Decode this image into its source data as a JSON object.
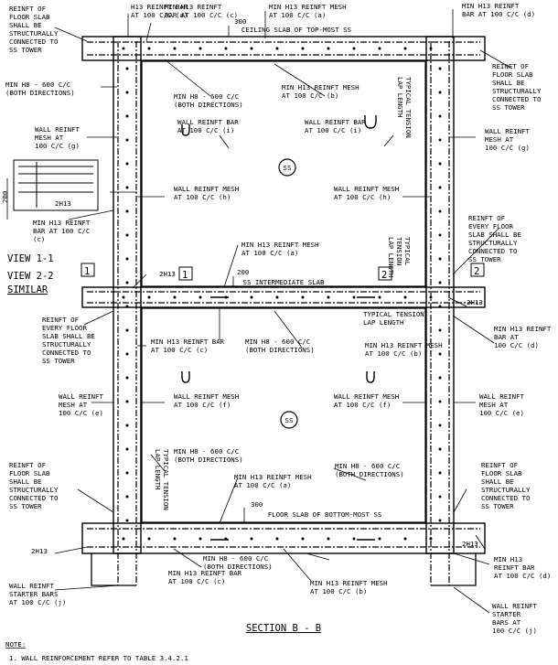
{
  "drawing": {
    "title": "SECTION B - B",
    "note_heading": "NOTE:",
    "note_1": "1. WALL REINFORCEMENT REFER TO TABLE 3.4.2.1",
    "views": [
      "VIEW 1-1",
      "VIEW 2-2",
      "SIMILAR"
    ],
    "slabs": {
      "ceiling": "CEILING SLAB OF TOP-MOST SS",
      "intermediate": "SS INTERMEDIATE SLAB",
      "floor": "FLOOR SLAB OF BOTTOM-MOST SS"
    },
    "room_tag": "SS",
    "dims": {
      "d300_top": "300",
      "d300_bot": "300",
      "d200_mid": "200",
      "d200_left": "200"
    },
    "section_marks": {
      "left": "1",
      "right": "2"
    },
    "detail_letters": [
      "a",
      "b",
      "c",
      "d",
      "e",
      "f",
      "g",
      "h",
      "i",
      "j"
    ]
  },
  "labels": {
    "h13_bar_a": [
      "H13 REINFT BAR",
      "AT 100 C/C (a)"
    ],
    "min_h13_bar_c": [
      "MIN H13 REINFT",
      "BAR AT 100 C/C (c)"
    ],
    "min_h13_mesh_a_top": [
      "MIN H13 REINFT MESH",
      "AT 100 C/C (a)"
    ],
    "min_h13_bar_d_top": [
      "MIN H13 REINFT",
      "BAR AT 100 C/C (d)"
    ],
    "reinft_floor_left_top": [
      "REINFT OF",
      "FLOOR SLAB",
      "SHALL BE",
      "STRUCTURALLY",
      "CONNECTED TO",
      "SS TOWER"
    ],
    "reinft_floor_right_top": [
      "REINFT OF",
      "FLOOR SLAB",
      "SHALL BE",
      "STRUCTURALLY",
      "CONNECTED TO",
      "SS TOWER"
    ],
    "min_h8_left": [
      "MIN H8 - 600 C/C",
      "(BOTH DIRECTIONS)"
    ],
    "min_h8_top": [
      "MIN H8 - 600 C/C",
      "(BOTH DIRECTIONS)"
    ],
    "min_h13_mesh_b_top": [
      "MIN H13 REINFT MESH",
      "AT 100 C/C (b)"
    ],
    "typical_lap_top": [
      "TYPICAL TENSION",
      "LAP LENGTH"
    ],
    "wall_mesh_g_left": [
      "WALL REINFT",
      "MESH AT",
      "100 C/C (g)"
    ],
    "wall_mesh_g_right": [
      "WALL REINFT",
      "MESH AT",
      "100 C/C (g)"
    ],
    "wall_bar_i_left": [
      "WALL REINFT BAR",
      "AT 100 C/C (i)"
    ],
    "wall_bar_i_right": [
      "WALL REINFT BAR",
      "AT 100 C/C (i)"
    ],
    "wall_mesh_h_left": [
      "WALL REINFT MESH",
      "AT 100 C/C (h)"
    ],
    "wall_mesh_h_right": [
      "WALL REINFT MESH",
      "AT 100 C/C (h)"
    ],
    "two_h13_left": "2H13",
    "min_h13_bar_c_left": [
      "MIN H13 REINFT",
      "BAR AT 100 C/C",
      "(c)"
    ],
    "min_h13_mesh_a_mid": [
      "MIN H13 REINFT MESH",
      "AT 100 C/C (a)"
    ],
    "typical_lap_mid": [
      "TYPICAL",
      "TENSION",
      "LAP LENGTH"
    ],
    "reinft_every_right": [
      "REINFT OF",
      "EVERY FLOOR",
      "SLAB SHALL BE",
      "STRUCTURALLY",
      "CONNECTED TO",
      "SS TOWER"
    ],
    "two_h13_mid_left": "2H13",
    "two_h13_mid_right": "2H13",
    "typical_lap_mid2": [
      "TYPICAL TENSION",
      "LAP LENGTH"
    ],
    "reinft_every_left": [
      "REINFT OF",
      "EVERY FLOOR",
      "SLAB SHALL BE",
      "STRUCTURALLY",
      "CONNECTED TO",
      "SS TOWER"
    ],
    "min_h13_bar_c_mid": [
      "MIN H13 REINFT BAR",
      "AT 100 C/C (c)"
    ],
    "min_h8_mid": [
      "MIN H8 - 600 C/C",
      "(BOTH DIRECTIONS)"
    ],
    "min_h13_mesh_b_mid": [
      "MIN H13 REINFT MESH",
      "AT 100 C/C (b)"
    ],
    "min_h13_bar_d_mid": [
      "MIN H13 REINFT",
      "BAR AT",
      "100 C/C (d)"
    ],
    "wall_mesh_e_left": [
      "WALL REINFT",
      "MESH AT",
      "100 C/C (e)"
    ],
    "wall_mesh_f_left": [
      "WALL REINFT MESH",
      "AT 100 C/C (f)"
    ],
    "wall_mesh_f_right": [
      "WALL REINFT MESH",
      "AT 100 C/C (f)"
    ],
    "wall_mesh_e_right": [
      "WALL REINFT",
      "MESH AT",
      "100 C/C (e)"
    ],
    "typical_lap_bot": [
      "TYPICAL TENSION",
      "LAP LENGTH"
    ],
    "min_h8_bot_a": [
      "MIN H8 - 600 C/C",
      "(BOTH DIRECTIONS)"
    ],
    "min_h8_bot_b": [
      "MIN H8 - 600 C/C",
      "(BOTH DIRECTIONS)"
    ],
    "min_h13_mesh_a_bot": [
      "MIN H13 REINFT MESH",
      "AT 100 C/C (a)"
    ],
    "reinft_floor_left_bot": [
      "REINFT OF",
      "FLOOR SLAB",
      "SHALL BE",
      "STRUCTURALLY",
      "CONNECTED TO",
      "SS TOWER"
    ],
    "reinft_floor_right_bot": [
      "REINFT OF",
      "FLOOR SLAB",
      "SHALL BE",
      "STRUCTURALLY",
      "CONNECTED TO",
      "SS TOWER"
    ],
    "two_h13_bot_left": "2H13",
    "two_h13_bot_right": "2H13",
    "wall_starter_left": [
      "WALL REINFT",
      "STARTER BARS",
      "AT 100 C/C (j)"
    ],
    "min_h8_bot_c": [
      "MIN H8 - 600 C/C",
      "(BOTH DIRECTIONS)"
    ],
    "min_h13_bar_c_bot": [
      "MIN H13 REINFT BAR",
      "AT 100 C/C (c)"
    ],
    "min_h13_mesh_b_bot": [
      "MIN H13 REINFT MESH",
      "AT 100 C/C (b)"
    ],
    "min_h13_bar_d_bot": [
      "MIN H13",
      "REINFT BAR",
      "AT 100 C/C (d)"
    ],
    "wall_starter_right": [
      "WALL REINFT",
      "STARTER",
      "BARS AT",
      "100 C/C (j)"
    ]
  }
}
